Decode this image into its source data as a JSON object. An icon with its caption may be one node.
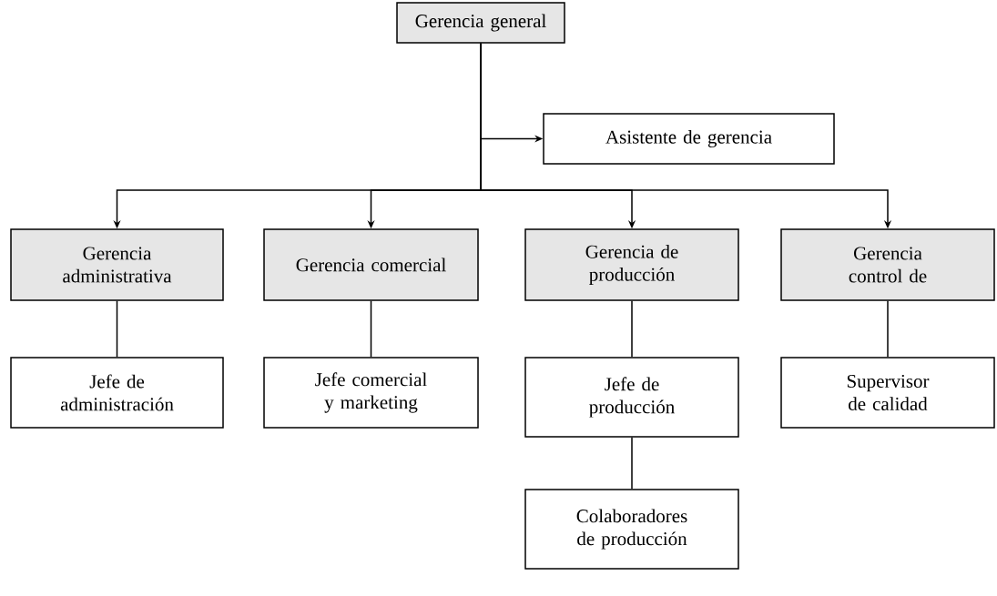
{
  "diagram": {
    "nodes": [
      {
        "text": [
          "Gerencia general"
        ]
      },
      {
        "text": [
          "Asistente de gerencia"
        ]
      },
      {
        "text": [
          "Gerencia administrativa"
        ]
      },
      {
        "text": [
          "Gerencia comercial"
        ]
      },
      {
        "text": [
          "Gerencia de producción"
        ]
      },
      {
        "text": [
          "Gerencia control de"
        ]
      },
      {
        "text": [
          "Jefe de administración"
        ]
      },
      {
        "text": [
          "Jefe comercial y marketing"
        ]
      },
      {
        "text": [
          "Jefe de producción"
        ]
      },
      {
        "text": [
          "Supervisor de calidad"
        ]
      },
      {
        "text": [
          "Colaboradores de producción"
        ]
      }
    ],
    "edges": [
      {
        "from": 0,
        "to": 1,
        "arrow": "to"
      },
      {
        "from": 0,
        "to": 2,
        "arrow": "to"
      },
      {
        "from": 0,
        "to": 3,
        "arrow": "to"
      },
      {
        "from": 0,
        "to": 4,
        "arrow": "to"
      },
      {
        "from": 0,
        "to": 5,
        "arrow": "to"
      },
      {
        "from": 2,
        "to": 6,
        "arrow": "none"
      },
      {
        "from": 3,
        "to": 7,
        "arrow": "none"
      },
      {
        "from": 4,
        "to": 8,
        "arrow": "none"
      },
      {
        "from": 8,
        "to": 10,
        "arrow": "none"
      },
      {
        "from": 5,
        "to": 9,
        "arrow": "none"
      }
    ]
  }
}
